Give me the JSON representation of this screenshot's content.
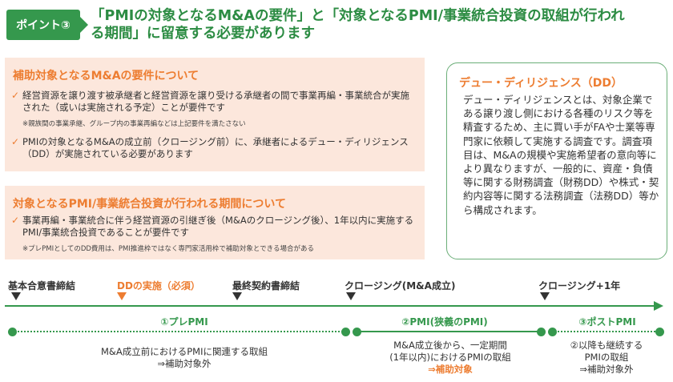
{
  "header": {
    "badge": "ポイント③",
    "headline_line1": "「PMIの対象となるM&Aの要件」と「対象となるPMI/事業統合投資の取組が行われ",
    "headline_line2": "る期間」に留意する必要があります"
  },
  "requirements": {
    "title": "補助対象となるM&Aの要件について",
    "item1": "経営資源を譲り渡す被承継者と経営資源を譲り受ける承継者の間で事業再編・事業統合が実施された（或いは実施される予定）ことが要件です",
    "note1": "※親族間の事業承継、グループ内の事業再編などは上記要件を満たさない",
    "item2": "PMIの対象となるM&Aの成立前（クロージング前）に、承継者によるデュー・ディリジェンス（DD）が実施されている必要があります"
  },
  "period": {
    "title": "対象となるPMI/事業統合投資が行われる期間について",
    "item1": "事業再編・事業統合に伴う経営資源の引継ぎ後（M&Aのクロージング後）、1年以内に実施するPMI/事業統合投資であることが要件です",
    "note1": "※プレPMIとしてのDD費用は、PMI推進枠ではなく専門家活用枠で補助対象とできる場合がある"
  },
  "dd": {
    "title": "デュー・ディリジェンス（DD）",
    "body": "デュー・ディリジェンスとは、対象企業である譲り渡し側における各種のリスク等を精査するため、主に買い手がFAや士業等専門家に依頼して実施する調査です。調査項目は、M&Aの規模や実施希望者の意向等により異なりますが、一般的に、資産・負債等に関する財務調査（財務DD）や株式・契約内容等に関する法務調査（法務DD）等から構成されます。"
  },
  "timeline": {
    "milestones": [
      {
        "label": "基本合意書締結"
      },
      {
        "label": "DDの実施（必須）"
      },
      {
        "label": "最終契約書締結"
      },
      {
        "label": "クロージング(M&A成立)"
      },
      {
        "label": "クロージング+1年"
      }
    ],
    "phases": [
      {
        "label": "①プレPMI",
        "desc1": "M&A成立前におけるPMIに関連する取組",
        "desc2": "⇒補助対象外"
      },
      {
        "label": "②PMI(狭義のPMI)",
        "desc1": "M&A成立後から、一定期間",
        "desc2": "(1年以内)におけるPMIの取組",
        "desc3": "⇒補助対象"
      },
      {
        "label": "③ポストPMI",
        "desc1": "②以降も継続する",
        "desc2": "PMIの取組",
        "desc3": "⇒補助対象外"
      }
    ]
  },
  "colors": {
    "green": "#35984d",
    "orange": "#ed7d31",
    "peach": "#fce7dc",
    "text": "#333333"
  }
}
